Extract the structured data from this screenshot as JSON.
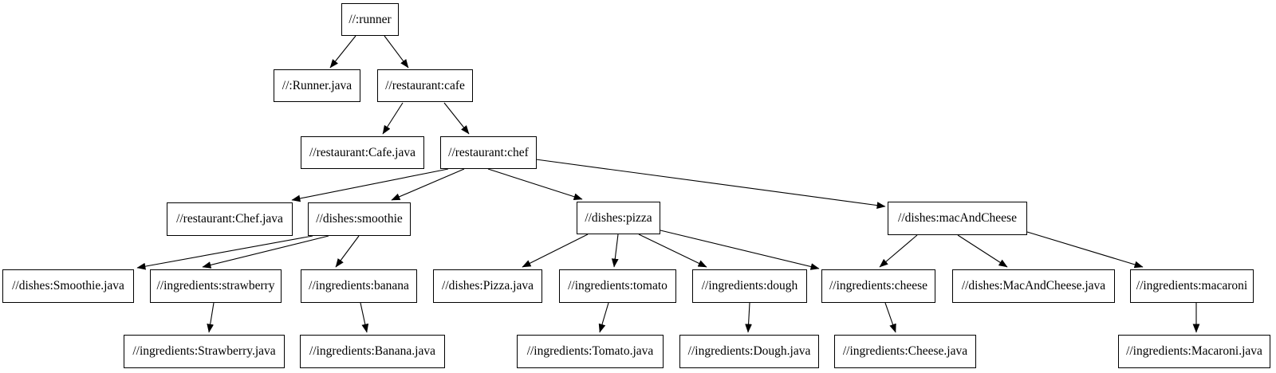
{
  "diagram": {
    "title": "build-dependency-graph",
    "colors": {
      "background": "#ffffff",
      "node_border": "#000000",
      "node_fill": "#ffffff",
      "edge": "#000000",
      "text": "#000000"
    },
    "nodes": [
      {
        "id": "runner",
        "label": "//:runner"
      },
      {
        "id": "runner-java",
        "label": "//:Runner.java"
      },
      {
        "id": "cafe",
        "label": "//restaurant:cafe"
      },
      {
        "id": "cafe-java",
        "label": "//restaurant:Cafe.java"
      },
      {
        "id": "chef",
        "label": "//restaurant:chef"
      },
      {
        "id": "chef-java",
        "label": "//restaurant:Chef.java"
      },
      {
        "id": "smoothie",
        "label": "//dishes:smoothie"
      },
      {
        "id": "pizza",
        "label": "//dishes:pizza"
      },
      {
        "id": "macandcheese",
        "label": "//dishes:macAndCheese"
      },
      {
        "id": "smoothie-java",
        "label": "//dishes:Smoothie.java"
      },
      {
        "id": "strawberry",
        "label": "//ingredients:strawberry"
      },
      {
        "id": "banana",
        "label": "//ingredients:banana"
      },
      {
        "id": "pizza-java",
        "label": "//dishes:Pizza.java"
      },
      {
        "id": "tomato",
        "label": "//ingredients:tomato"
      },
      {
        "id": "dough",
        "label": "//ingredients:dough"
      },
      {
        "id": "cheese",
        "label": "//ingredients:cheese"
      },
      {
        "id": "macandcheese-java",
        "label": "//dishes:MacAndCheese.java"
      },
      {
        "id": "macaroni",
        "label": "//ingredients:macaroni"
      },
      {
        "id": "strawberry-java",
        "label": "//ingredients:Strawberry.java"
      },
      {
        "id": "banana-java",
        "label": "//ingredients:Banana.java"
      },
      {
        "id": "tomato-java",
        "label": "//ingredients:Tomato.java"
      },
      {
        "id": "dough-java",
        "label": "//ingredients:Dough.java"
      },
      {
        "id": "cheese-java",
        "label": "//ingredients:Cheese.java"
      },
      {
        "id": "macaroni-java",
        "label": "//ingredients:Macaroni.java"
      }
    ],
    "edges": [
      {
        "from": "runner",
        "to": "runner-java"
      },
      {
        "from": "runner",
        "to": "cafe"
      },
      {
        "from": "cafe",
        "to": "cafe-java"
      },
      {
        "from": "cafe",
        "to": "chef"
      },
      {
        "from": "chef",
        "to": "chef-java"
      },
      {
        "from": "chef",
        "to": "smoothie"
      },
      {
        "from": "chef",
        "to": "pizza"
      },
      {
        "from": "chef",
        "to": "macandcheese"
      },
      {
        "from": "smoothie",
        "to": "smoothie-java"
      },
      {
        "from": "smoothie",
        "to": "strawberry"
      },
      {
        "from": "smoothie",
        "to": "banana"
      },
      {
        "from": "strawberry",
        "to": "strawberry-java"
      },
      {
        "from": "banana",
        "to": "banana-java"
      },
      {
        "from": "pizza",
        "to": "pizza-java"
      },
      {
        "from": "pizza",
        "to": "tomato"
      },
      {
        "from": "pizza",
        "to": "dough"
      },
      {
        "from": "pizza",
        "to": "cheese"
      },
      {
        "from": "tomato",
        "to": "tomato-java"
      },
      {
        "from": "dough",
        "to": "dough-java"
      },
      {
        "from": "cheese",
        "to": "cheese-java"
      },
      {
        "from": "macandcheese",
        "to": "cheese"
      },
      {
        "from": "macandcheese",
        "to": "macandcheese-java"
      },
      {
        "from": "macandcheese",
        "to": "macaroni"
      },
      {
        "from": "macaroni",
        "to": "macaroni-java"
      }
    ]
  }
}
